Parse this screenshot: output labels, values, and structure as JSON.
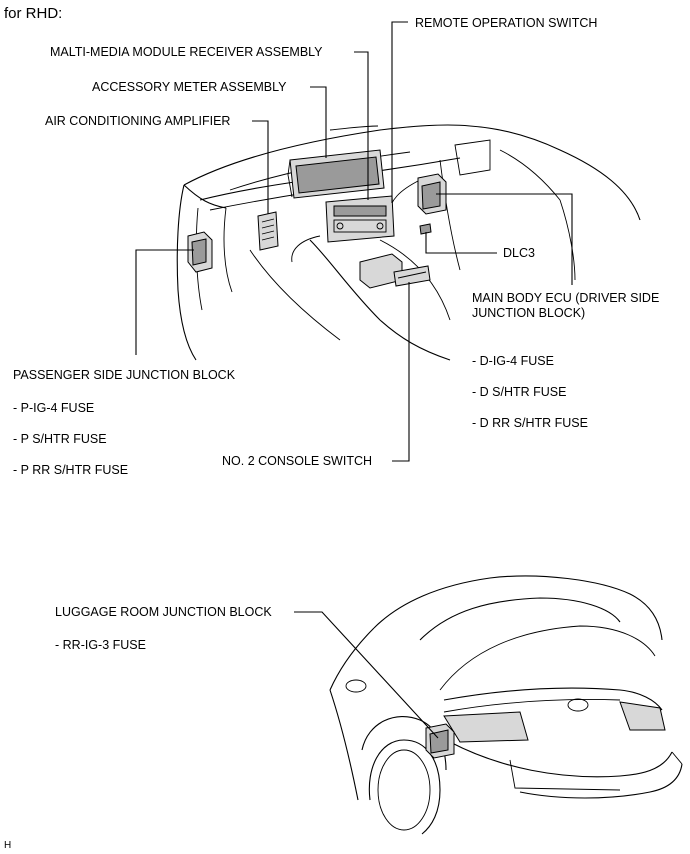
{
  "header": {
    "title": "for RHD:"
  },
  "labels": {
    "remote_operation_switch": "REMOTE OPERATION SWITCH",
    "multimedia_module": "MALTI-MEDIA MODULE RECEIVER ASSEMBLY",
    "accessory_meter": "ACCESSORY METER ASSEMBLY",
    "air_conditioning_amplifier": "AIR CONDITIONING AMPLIFIER",
    "dlc3": "DLC3",
    "main_body_ecu_line1": "MAIN BODY ECU (DRIVER SIDE",
    "main_body_ecu_line2": "JUNCTION BLOCK)",
    "driver_fuses": [
      "- D-IG-4 FUSE",
      "- D S/HTR FUSE",
      "- D RR S/HTR FUSE"
    ],
    "passenger_junction_block": "PASSENGER SIDE JUNCTION BLOCK",
    "passenger_fuses": [
      "- P-IG-4 FUSE",
      "- P S/HTR FUSE",
      "- P RR S/HTR FUSE"
    ],
    "no2_console_switch": "NO. 2 CONSOLE SWITCH",
    "luggage_room_junction_block": "LUGGAGE ROOM JUNCTION BLOCK",
    "luggage_fuses": [
      "- RR-IG-3 FUSE"
    ]
  },
  "footer": {
    "code": "H"
  }
}
